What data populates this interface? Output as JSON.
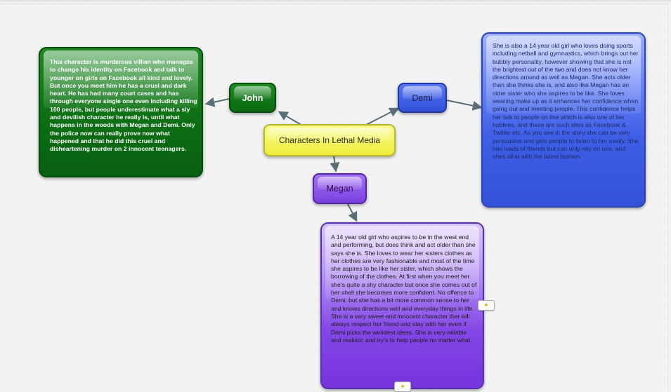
{
  "center": {
    "label": "Characters In Lethal Media"
  },
  "characters": [
    {
      "name": "John",
      "color": "#0f7516",
      "description": "This character is murderous villian who manages to change his identity on Facebook and talk to younger on girls on Facebook all kind and lovely. But once you meet him he has a cruel and dark heart. He has had many court cases and has through everyone single one even including killing 100 people, but people underestimate what a sly and devilish character he really is, until what happens in the woods with Megan and Demi. Only the police now can really prove now what happened and that he did this cruel and disheartening murder on 2 innocent teenagers."
    },
    {
      "name": "Demi",
      "color": "#3352d8",
      "description": "She is also a 14 year old girl who loves doing sports including netball and gymnastics, which brings out her bubbly personality, however showing that she is not the brightest out of the two and does not know her directions around as well as Megan. She acts older than she thinks she is, and also like Megan has an older sister who she aspires to be like. She loves wearing make up as it enhances her confidence when going out and meeting people. This confidence helps her talk to people on line which is also one of her hobbies, and these are such sites as Facebook & Twitter etc. As you see in the story she can be very persuasive and gets people to listen to her easily. She has loads of friends but can only rely on one, and shes all in with the latest fashion."
    },
    {
      "name": "Megan",
      "color": "#7a3fe0",
      "description": "A 14 year old girl who aspires to be in the west end and performing, but does think and act older than she says she is. She loves to wear her sisters clothes as her clothes are very fashionable and most of the time she aspires to be like her sister, which shows the borrowing of the clothes. At first when you meet her she's quite a shy character but once she comes out of her shell she becomes more confident. No offence to Demi, but she has a bit more common sense to her and knows directions well and everyday things in life. She is a very sweet and innocent character that will always respect her friend and stay with her even if Demi picks the weirdest ideas. She is very reliable and realistic and try's to help people no matter what."
    }
  ],
  "note_icon": "note-star-icon"
}
